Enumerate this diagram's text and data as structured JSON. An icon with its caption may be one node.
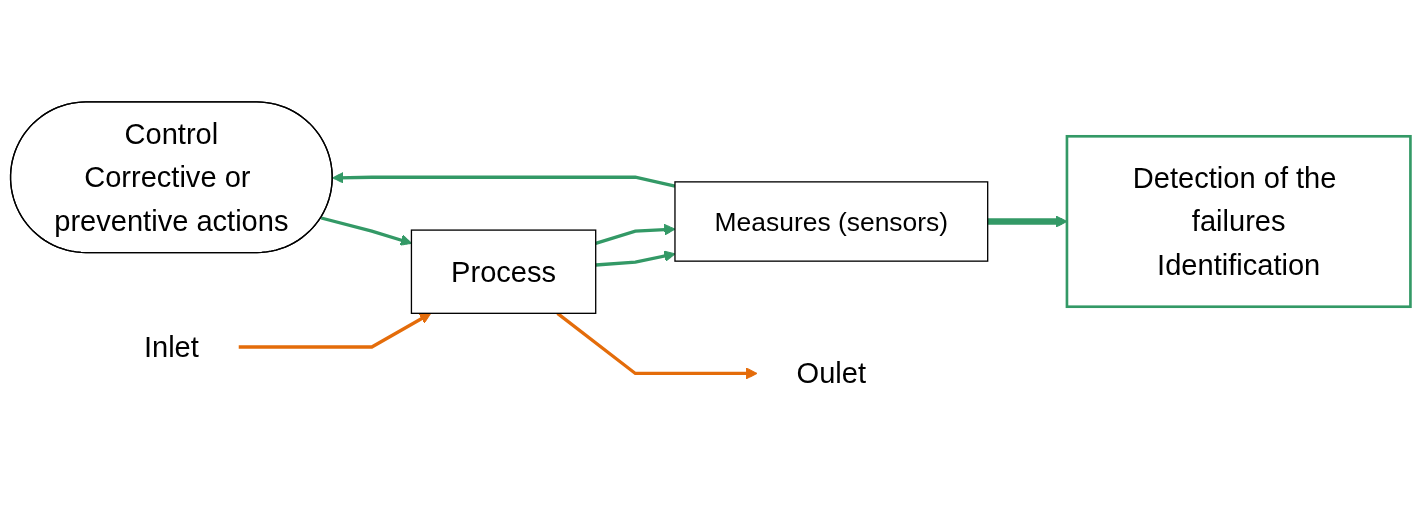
{
  "diagram": {
    "nodes": [
      {
        "text": [
          "Control",
          "Corrective or preventive actions"
        ]
      },
      {
        "text": [
          "Measures (sensors)"
        ]
      },
      {
        "text": [
          "Process"
        ]
      },
      {
        "text": [
          "Inlet"
        ]
      },
      {
        "text": [
          "Oulet"
        ]
      },
      {
        "text": [
          "Detection of the failures",
          "Identification"
        ]
      }
    ],
    "edges": [
      {
        "from": 3,
        "to": 2,
        "arrow": "to",
        "color": "#e46c0a"
      },
      {
        "from": 0,
        "to": 2,
        "arrow": "to"
      },
      {
        "from": 2,
        "to": 1,
        "arrow": "to"
      },
      {
        "from": 2,
        "to": 1,
        "arrow": "to"
      },
      {
        "from": 1,
        "to": 0,
        "arrow": "to"
      },
      {
        "from": 2,
        "to": 4,
        "arrow": "to",
        "color": "#e46c0a"
      },
      {
        "from": 1,
        "to": 5,
        "arrow": "to",
        "style": "thick"
      }
    ]
  }
}
